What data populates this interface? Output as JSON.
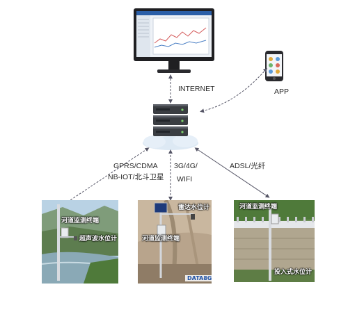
{
  "links": {
    "internet": "INTERNET",
    "app": "APP",
    "left_line1": "GPRS/CDMA",
    "left_line2": "NB-IOT/北斗卫星",
    "mid_line1": "3G/4G/",
    "mid_line2": "WIFI",
    "right": "ADSL/光纤"
  },
  "photos": {
    "left_terminal": "河道监测终端",
    "left_sensor": "超声波水位计",
    "mid_radar": "雷达水位计",
    "mid_terminal": "河道监测终端",
    "mid_brand": "DATA8G",
    "right_terminal": "河道监测终端",
    "right_sensor": "投入式水位计"
  },
  "colors": {
    "connector": "#556",
    "monitor_screen": "#eef2f7",
    "server_body": "#3a3d42",
    "cloud": "#dde9f4"
  }
}
